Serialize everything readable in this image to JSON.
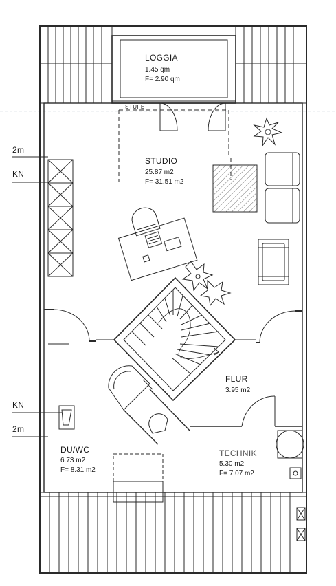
{
  "rooms": {
    "loggia": {
      "name": "LOGGIA",
      "area": "1.45 qm",
      "floor": "F= 2.90 qm"
    },
    "studio": {
      "name": "STUDIO",
      "area": "25.87 m2",
      "floor": "F= 31.51 m2"
    },
    "flur": {
      "name": "FLUR",
      "area": "3.95 m2"
    },
    "duwc": {
      "name": "DU/WC",
      "area": "6.73 m2",
      "floor": "F= 8.31 m2"
    },
    "technik": {
      "name": "TECHNIK",
      "area": "5.30 m2",
      "floor": "F= 7.07 m2"
    }
  },
  "annotations": {
    "stufe": "STUFE",
    "height_top": "2m",
    "kn_top": "KN",
    "kn_bottom": "KN",
    "height_bottom": "2m"
  },
  "colors": {
    "line": "#2a2a2a",
    "background": "#ffffff"
  }
}
